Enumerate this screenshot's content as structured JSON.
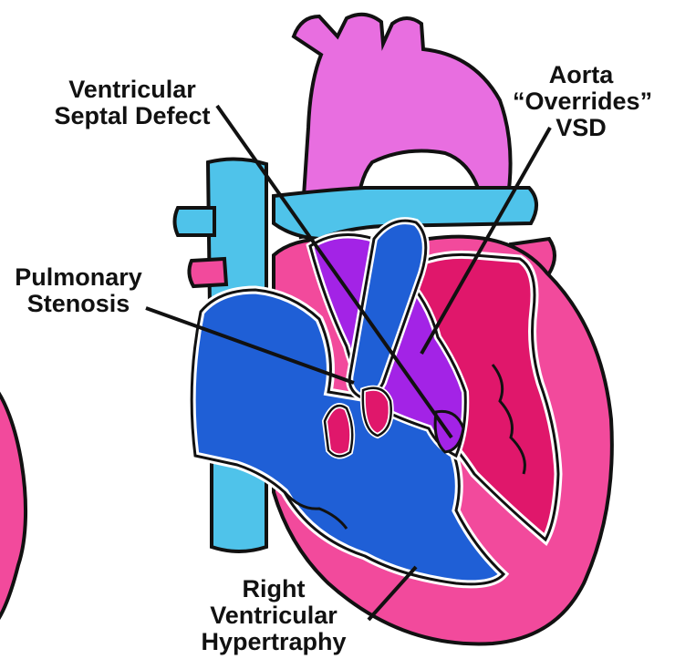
{
  "labels": {
    "vsd": {
      "line1": "Ventricular",
      "line2": "Septal Defect"
    },
    "aorta": {
      "line1": "Aorta",
      "line2": "“Overrides”",
      "line3": "VSD"
    },
    "ps": {
      "line1": "Pulmonary",
      "line2": "Stenosis"
    },
    "rvh": {
      "line1": "Right",
      "line2": "Ventricular",
      "line3": "Hypertraphy"
    }
  },
  "colors": {
    "outline": "#111111",
    "aorta": "#e86ee0",
    "deoxygenated_vessel": "#4fc3ea",
    "right_heart": "#1f5fd6",
    "left_heart": "#e0176b",
    "heart_wall": "#f24a9c",
    "mixed": "#a323e6",
    "background": "#ffffff"
  }
}
